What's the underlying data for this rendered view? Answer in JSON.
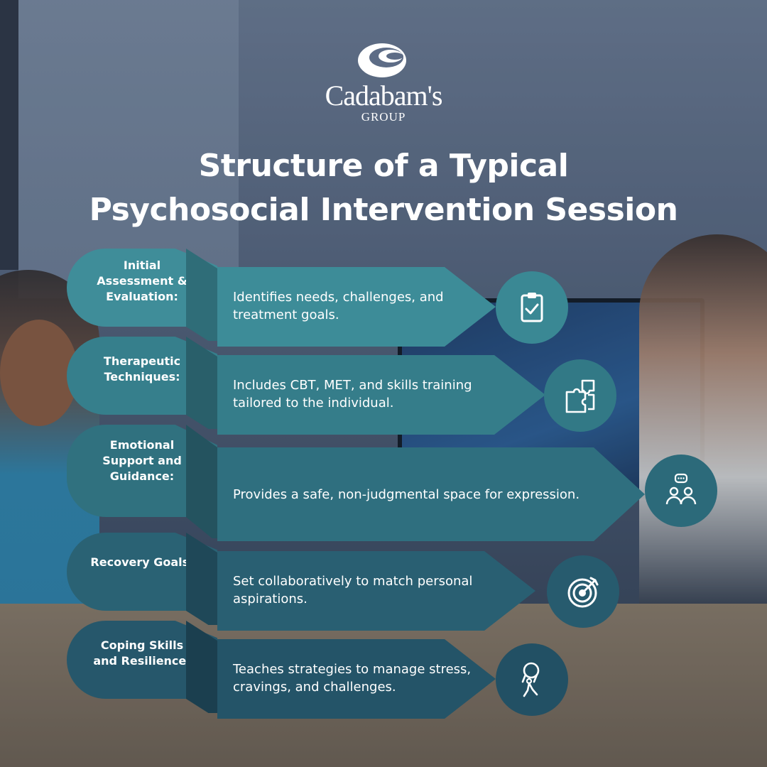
{
  "brand": {
    "name": "Cadabam's",
    "sub": "GROUP"
  },
  "title": {
    "line1": "Structure of a Typical",
    "line2": "Psychosocial Intervention Session"
  },
  "colors": {
    "row1": "#3d8c98",
    "row2": "#357d8a",
    "row3": "#2f6f7f",
    "row4": "#295f72",
    "row5": "#245468"
  },
  "steps": [
    {
      "label": "Initial Assessment & Evaluation:",
      "description": "Identifies needs, challenges, and treatment goals.",
      "icon": "clipboard-check-icon"
    },
    {
      "label": "Therapeutic Techniques:",
      "description": "Includes CBT, MET, and skills training tailored to the individual.",
      "icon": "puzzle-icon"
    },
    {
      "label": "Emotional Support and Guidance:",
      "description": "Provides a safe, non-judgmental space for expression.",
      "icon": "conversation-icon"
    },
    {
      "label": "Recovery Goals:",
      "description": "Set collaboratively to match personal aspirations.",
      "icon": "target-icon"
    },
    {
      "label": "Coping Skills and Resilience:",
      "description": "Teaches strategies to manage stress, cravings, and challenges.",
      "icon": "person-lifting-icon"
    }
  ]
}
